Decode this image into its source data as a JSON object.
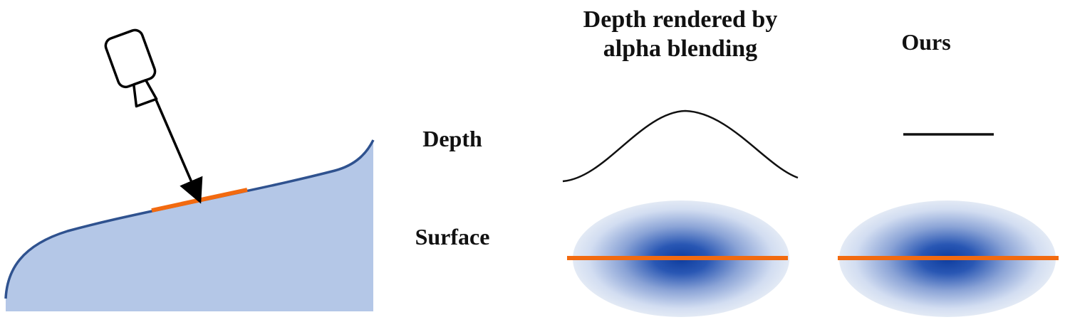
{
  "columns": {
    "alpha_title_line1": "Depth rendered by",
    "alpha_title_line2": "alpha blending",
    "ours_title": "Ours"
  },
  "rows": {
    "depth_label": "Depth",
    "surface_label": "Surface"
  },
  "colors": {
    "surface_fill": "#b4c7e7",
    "surface_edge": "#2f528f",
    "intersection_line": "#f26a10",
    "gaussian_center": "#0d3c9e",
    "gaussian_edge": "#dde6f4",
    "ink": "#111111"
  },
  "icons": {
    "camera": "camera-icon",
    "ray": "ray-arrow"
  }
}
